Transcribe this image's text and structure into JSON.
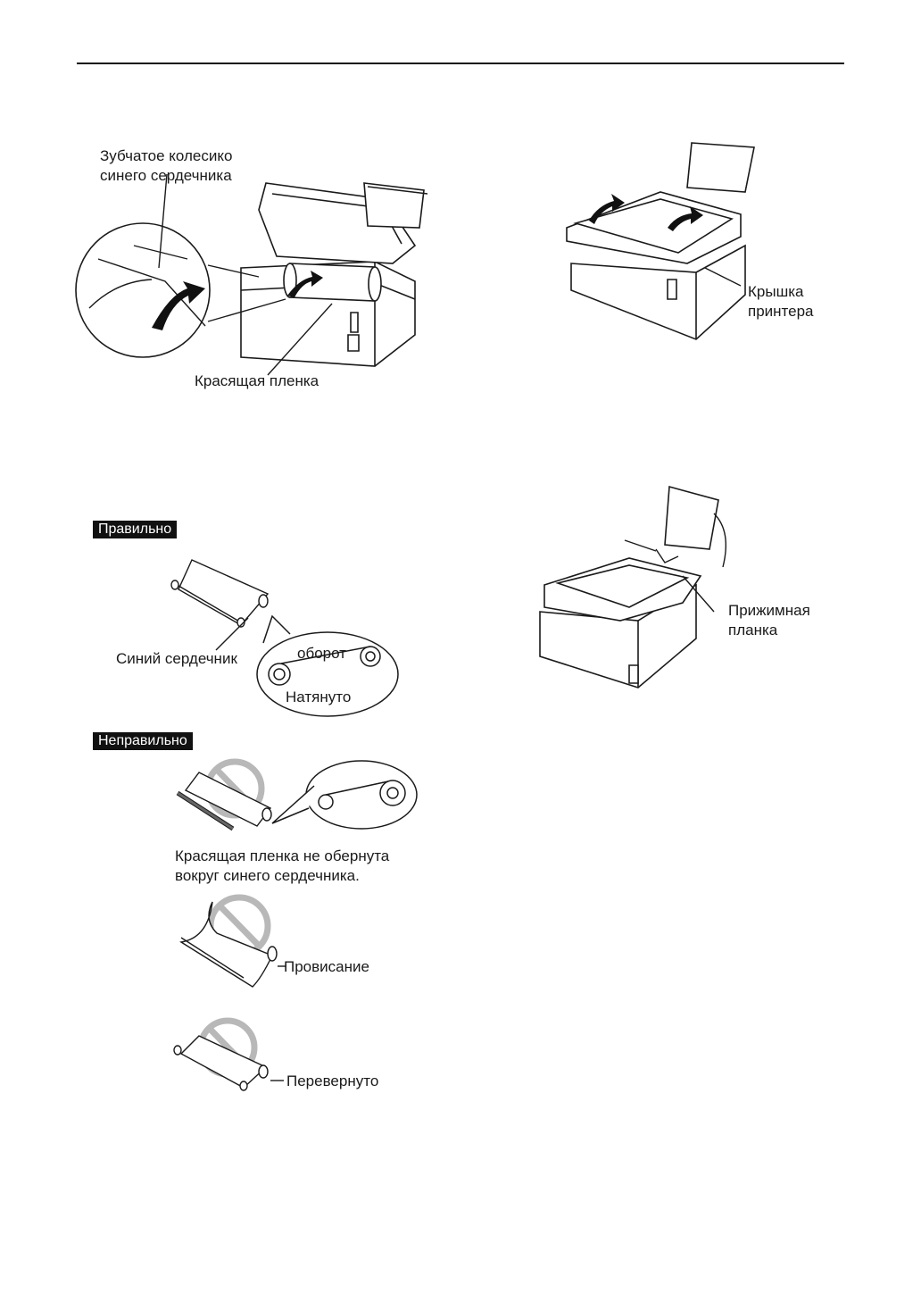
{
  "step1": {
    "gear_label_line1": "Зубчатое колесико",
    "gear_label_line2": "синего сердечника",
    "ribbon_label": "Красящая пленка"
  },
  "step2": {
    "cover_label_line1": "Крышка",
    "cover_label_line2": "принтера"
  },
  "step3": {
    "bar_label_line1": "Прижимная",
    "bar_label_line2": "планка"
  },
  "correct": {
    "badge": "Правильно",
    "core_label": "Синий сердечник",
    "turn_label": "оборот",
    "taut_label": "Натянуто"
  },
  "incorrect": {
    "badge": "Неправильно",
    "not_wrapped_line1": "Красящая пленка не обернута",
    "not_wrapped_line2": "вокруг синего сердечника.",
    "slack_label": "Провисание",
    "reversed_label": "Перевернуто"
  },
  "colors": {
    "prohibit_gray": "#b8b8b8",
    "ink": "#1a1a1a"
  }
}
